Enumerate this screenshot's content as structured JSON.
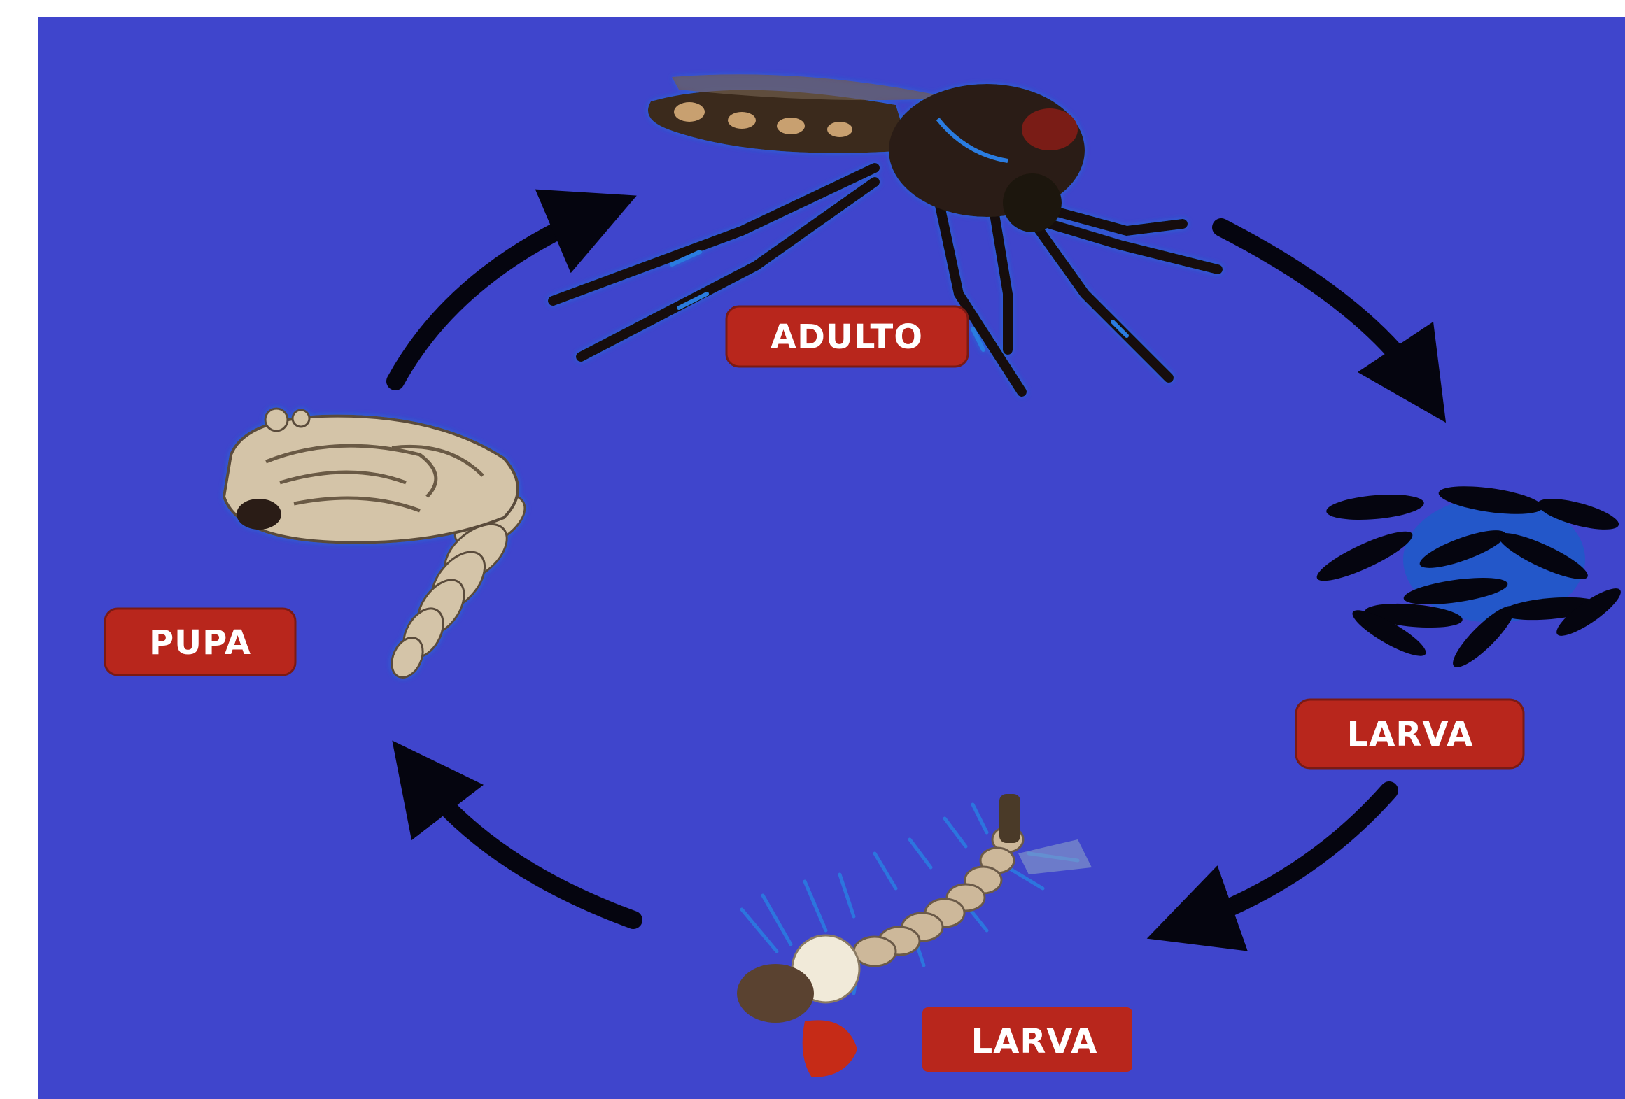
{
  "colors": {
    "background": "#3f45cc",
    "label_fill": "#b8261c",
    "label_text": "#ffffff",
    "arrow": "#05050f"
  },
  "stages": {
    "adult": {
      "label": "ADULTO",
      "icon": "mosquito-icon"
    },
    "eggs": {
      "label": "LARVA",
      "icon": "eggs-icon"
    },
    "larva": {
      "label": "LARVA",
      "icon": "larva-icon"
    },
    "pupa": {
      "label": "PUPA",
      "icon": "pupa-icon"
    }
  }
}
